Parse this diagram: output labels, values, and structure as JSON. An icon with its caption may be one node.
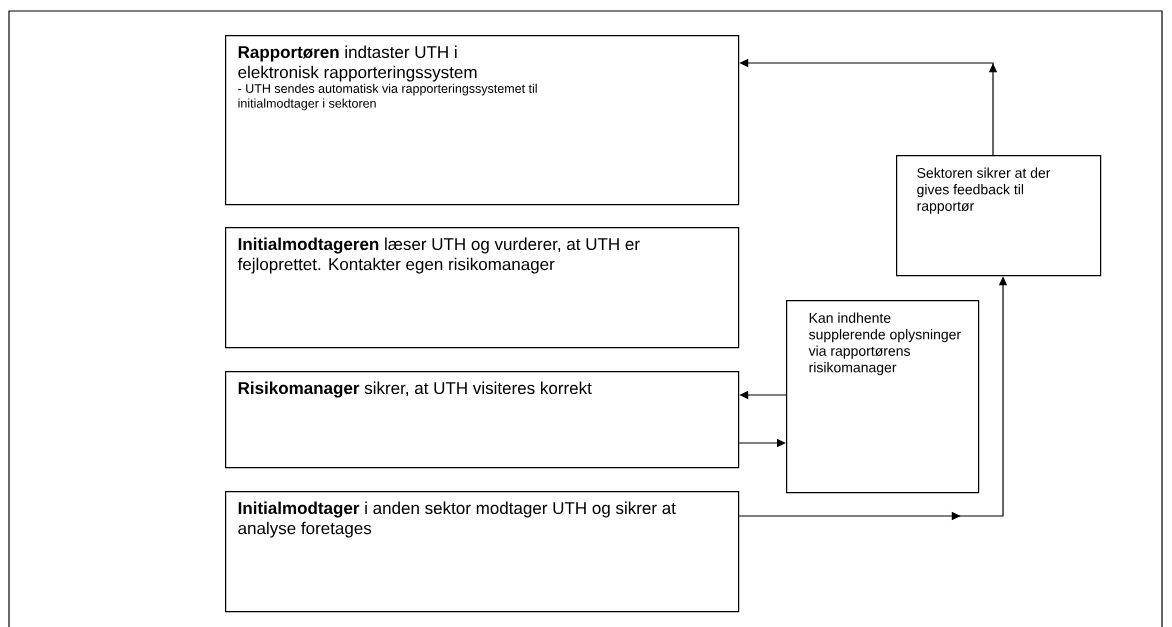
{
  "diagram": {
    "nodes": [
      {
        "text": [
          "**Rapportøren** indtaster UTH i elektronisk rapporteringssystem",
          "- UTH sendes automatisk via rapporteringssystemet til initialmodtager i sektoren"
        ]
      },
      {
        "text": [
          "**Initialmodtageren** læser UTH og vurderer, at UTH er fejloprettet. Kontakter egen risikomanager"
        ]
      },
      {
        "text": [
          "**Risikomanager** sikrer, at UTH visiteres korrekt"
        ]
      },
      {
        "text": [
          "**Initialmodtager** i anden sektor modtager UTH og sikrer at analyse foretages"
        ]
      },
      {
        "text": [
          "Kan indhente supplerende oplysninger via rapportørens risikomanager"
        ]
      },
      {
        "text": [
          "Sektoren sikrer at der gives feedback til rapportør"
        ]
      }
    ],
    "edges": [
      {
        "from": 4,
        "to": 2,
        "arrow": "to"
      },
      {
        "from": 2,
        "to": 4,
        "arrow": "to"
      },
      {
        "from": 3,
        "to": 5,
        "arrow": "to"
      },
      {
        "from": 5,
        "to": 0,
        "arrow": "to"
      }
    ]
  }
}
